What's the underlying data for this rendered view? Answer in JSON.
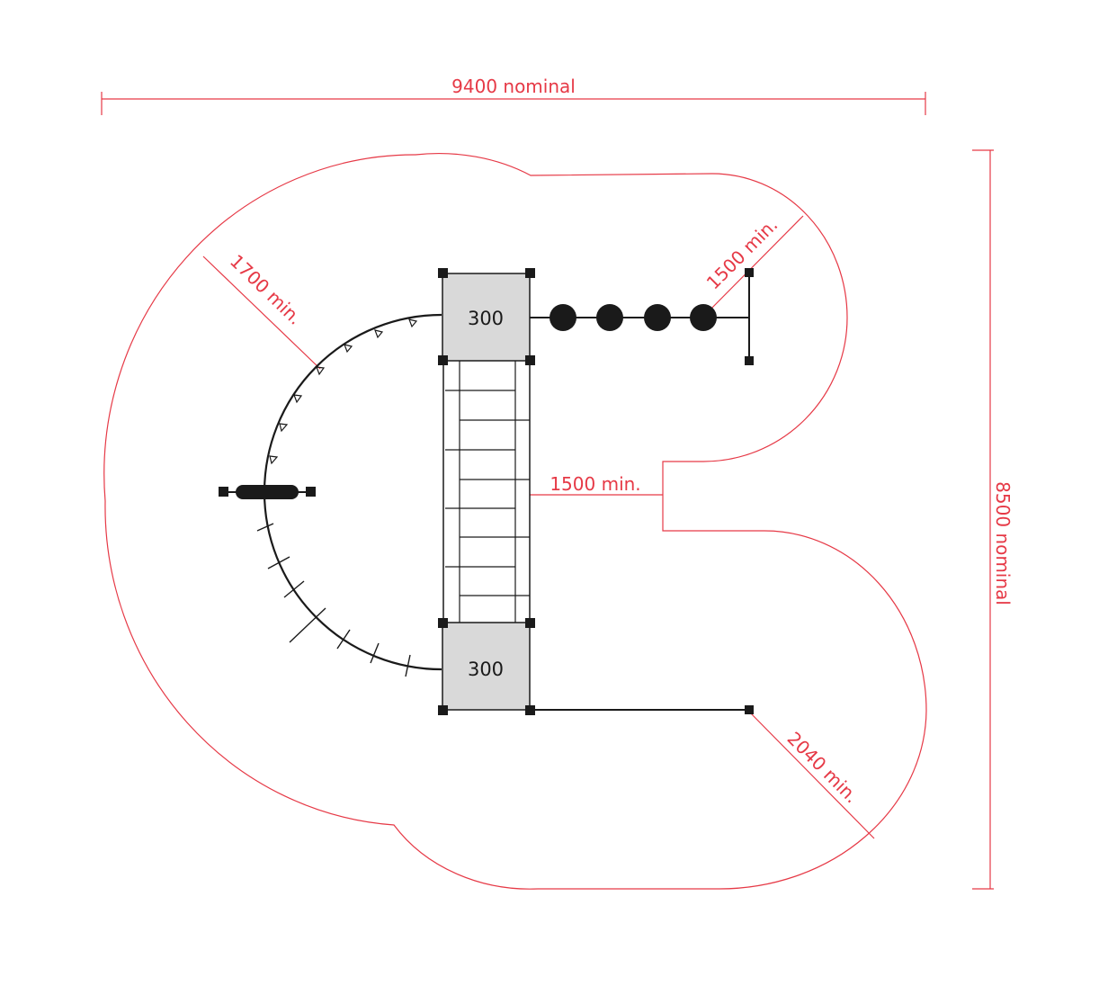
{
  "colors": {
    "dimension": "#e63946",
    "structure": "#1a1a1a",
    "platform_fill": "#d9d9d9"
  },
  "dimensions": {
    "width_label": "9400 nominal",
    "height_label": "8500 nominal",
    "clearance_left": "1700 min.",
    "clearance_top_right": "1500 min.",
    "clearance_middle": "1500 min.",
    "clearance_bottom_right": "2040 min."
  },
  "platforms": {
    "top_label": "300",
    "bottom_label": "300"
  }
}
